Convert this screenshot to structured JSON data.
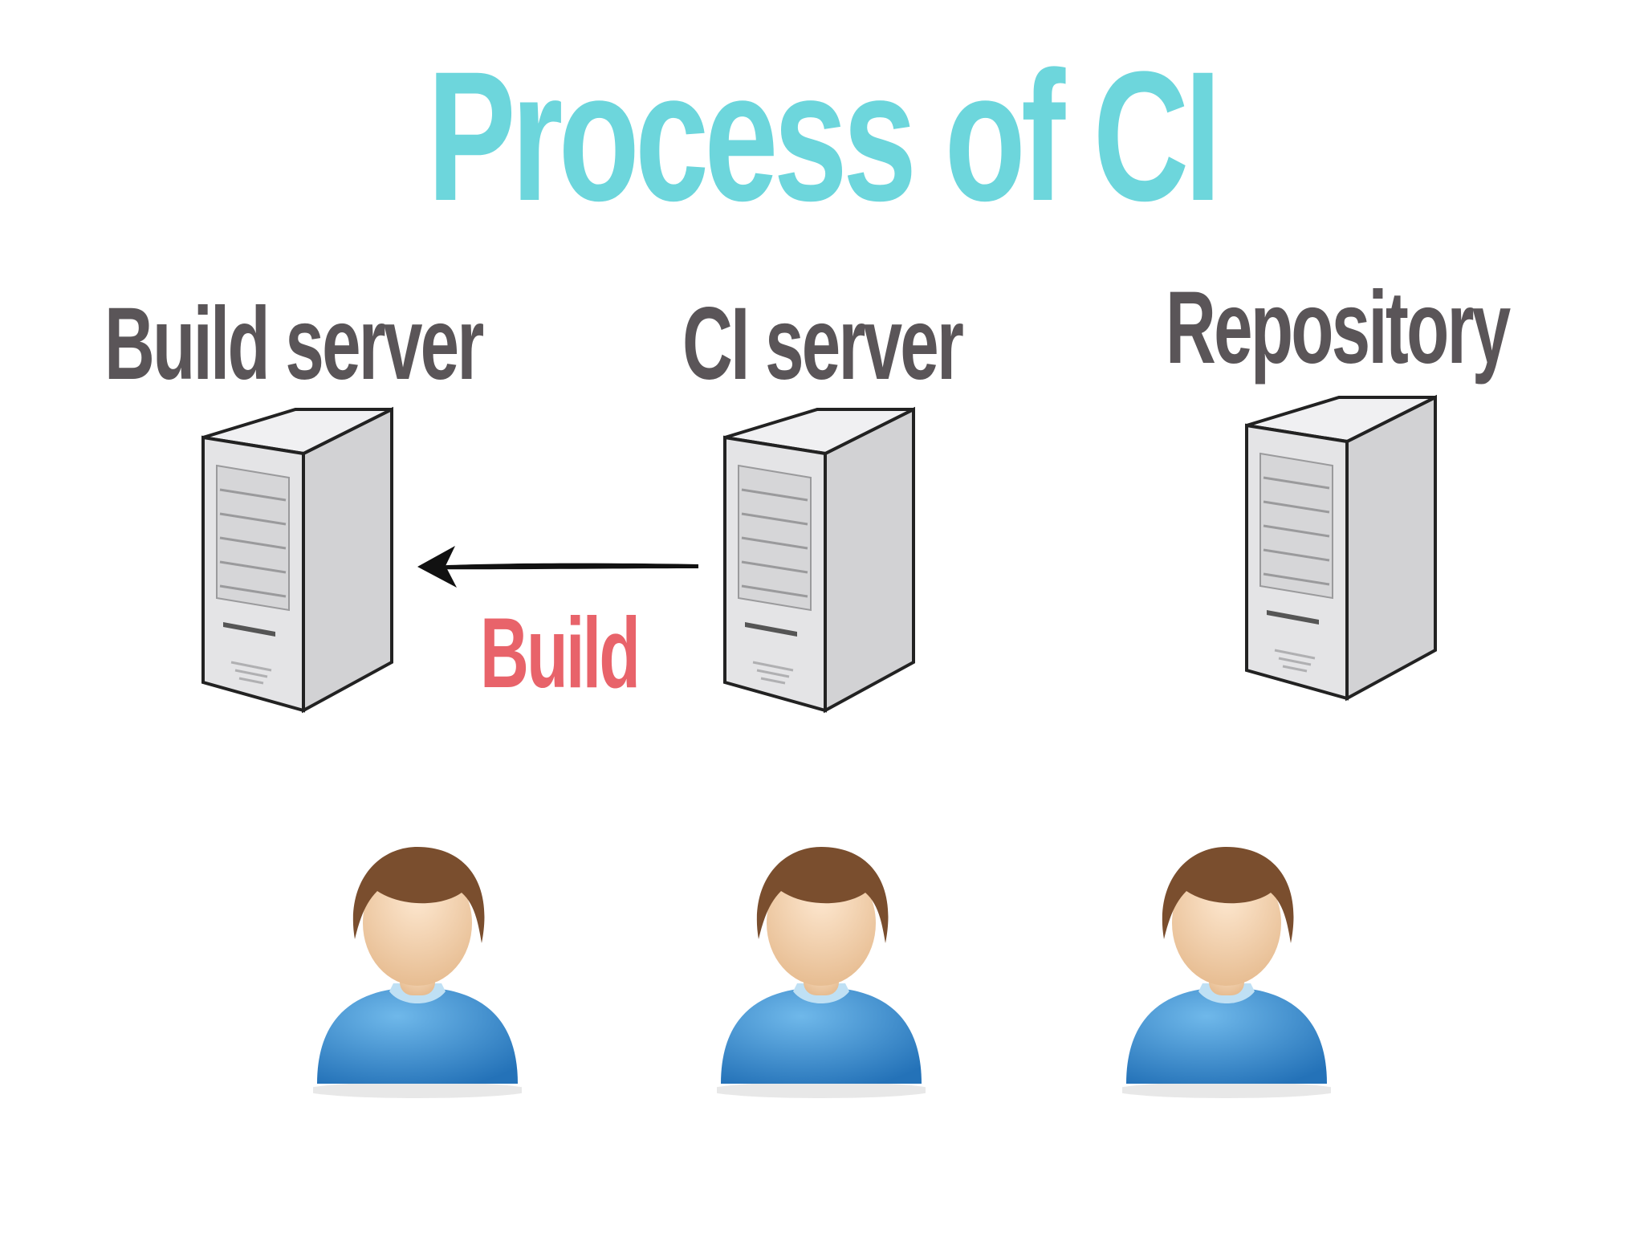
{
  "title": "Process of CI",
  "colors": {
    "title": "#6dd6dc",
    "label": "#5a5558",
    "accent": "#e8636a",
    "arrow": "#111111",
    "server_front": "#e4e4e6",
    "server_side": "#d2d2d4",
    "user_shirt": "#3a8fd0",
    "user_hair": "#7a4e2e",
    "user_skin": "#f3d2b0"
  },
  "nodes": [
    {
      "label": "Build server",
      "icon": "server-icon"
    },
    {
      "label": "CI server",
      "icon": "server-icon"
    },
    {
      "label": "Repository",
      "icon": "server-icon"
    }
  ],
  "edges": [
    {
      "from": "CI server",
      "to": "Build server",
      "label": "Build"
    }
  ],
  "users": [
    {
      "icon": "user-icon"
    },
    {
      "icon": "user-icon"
    },
    {
      "icon": "user-icon"
    }
  ]
}
